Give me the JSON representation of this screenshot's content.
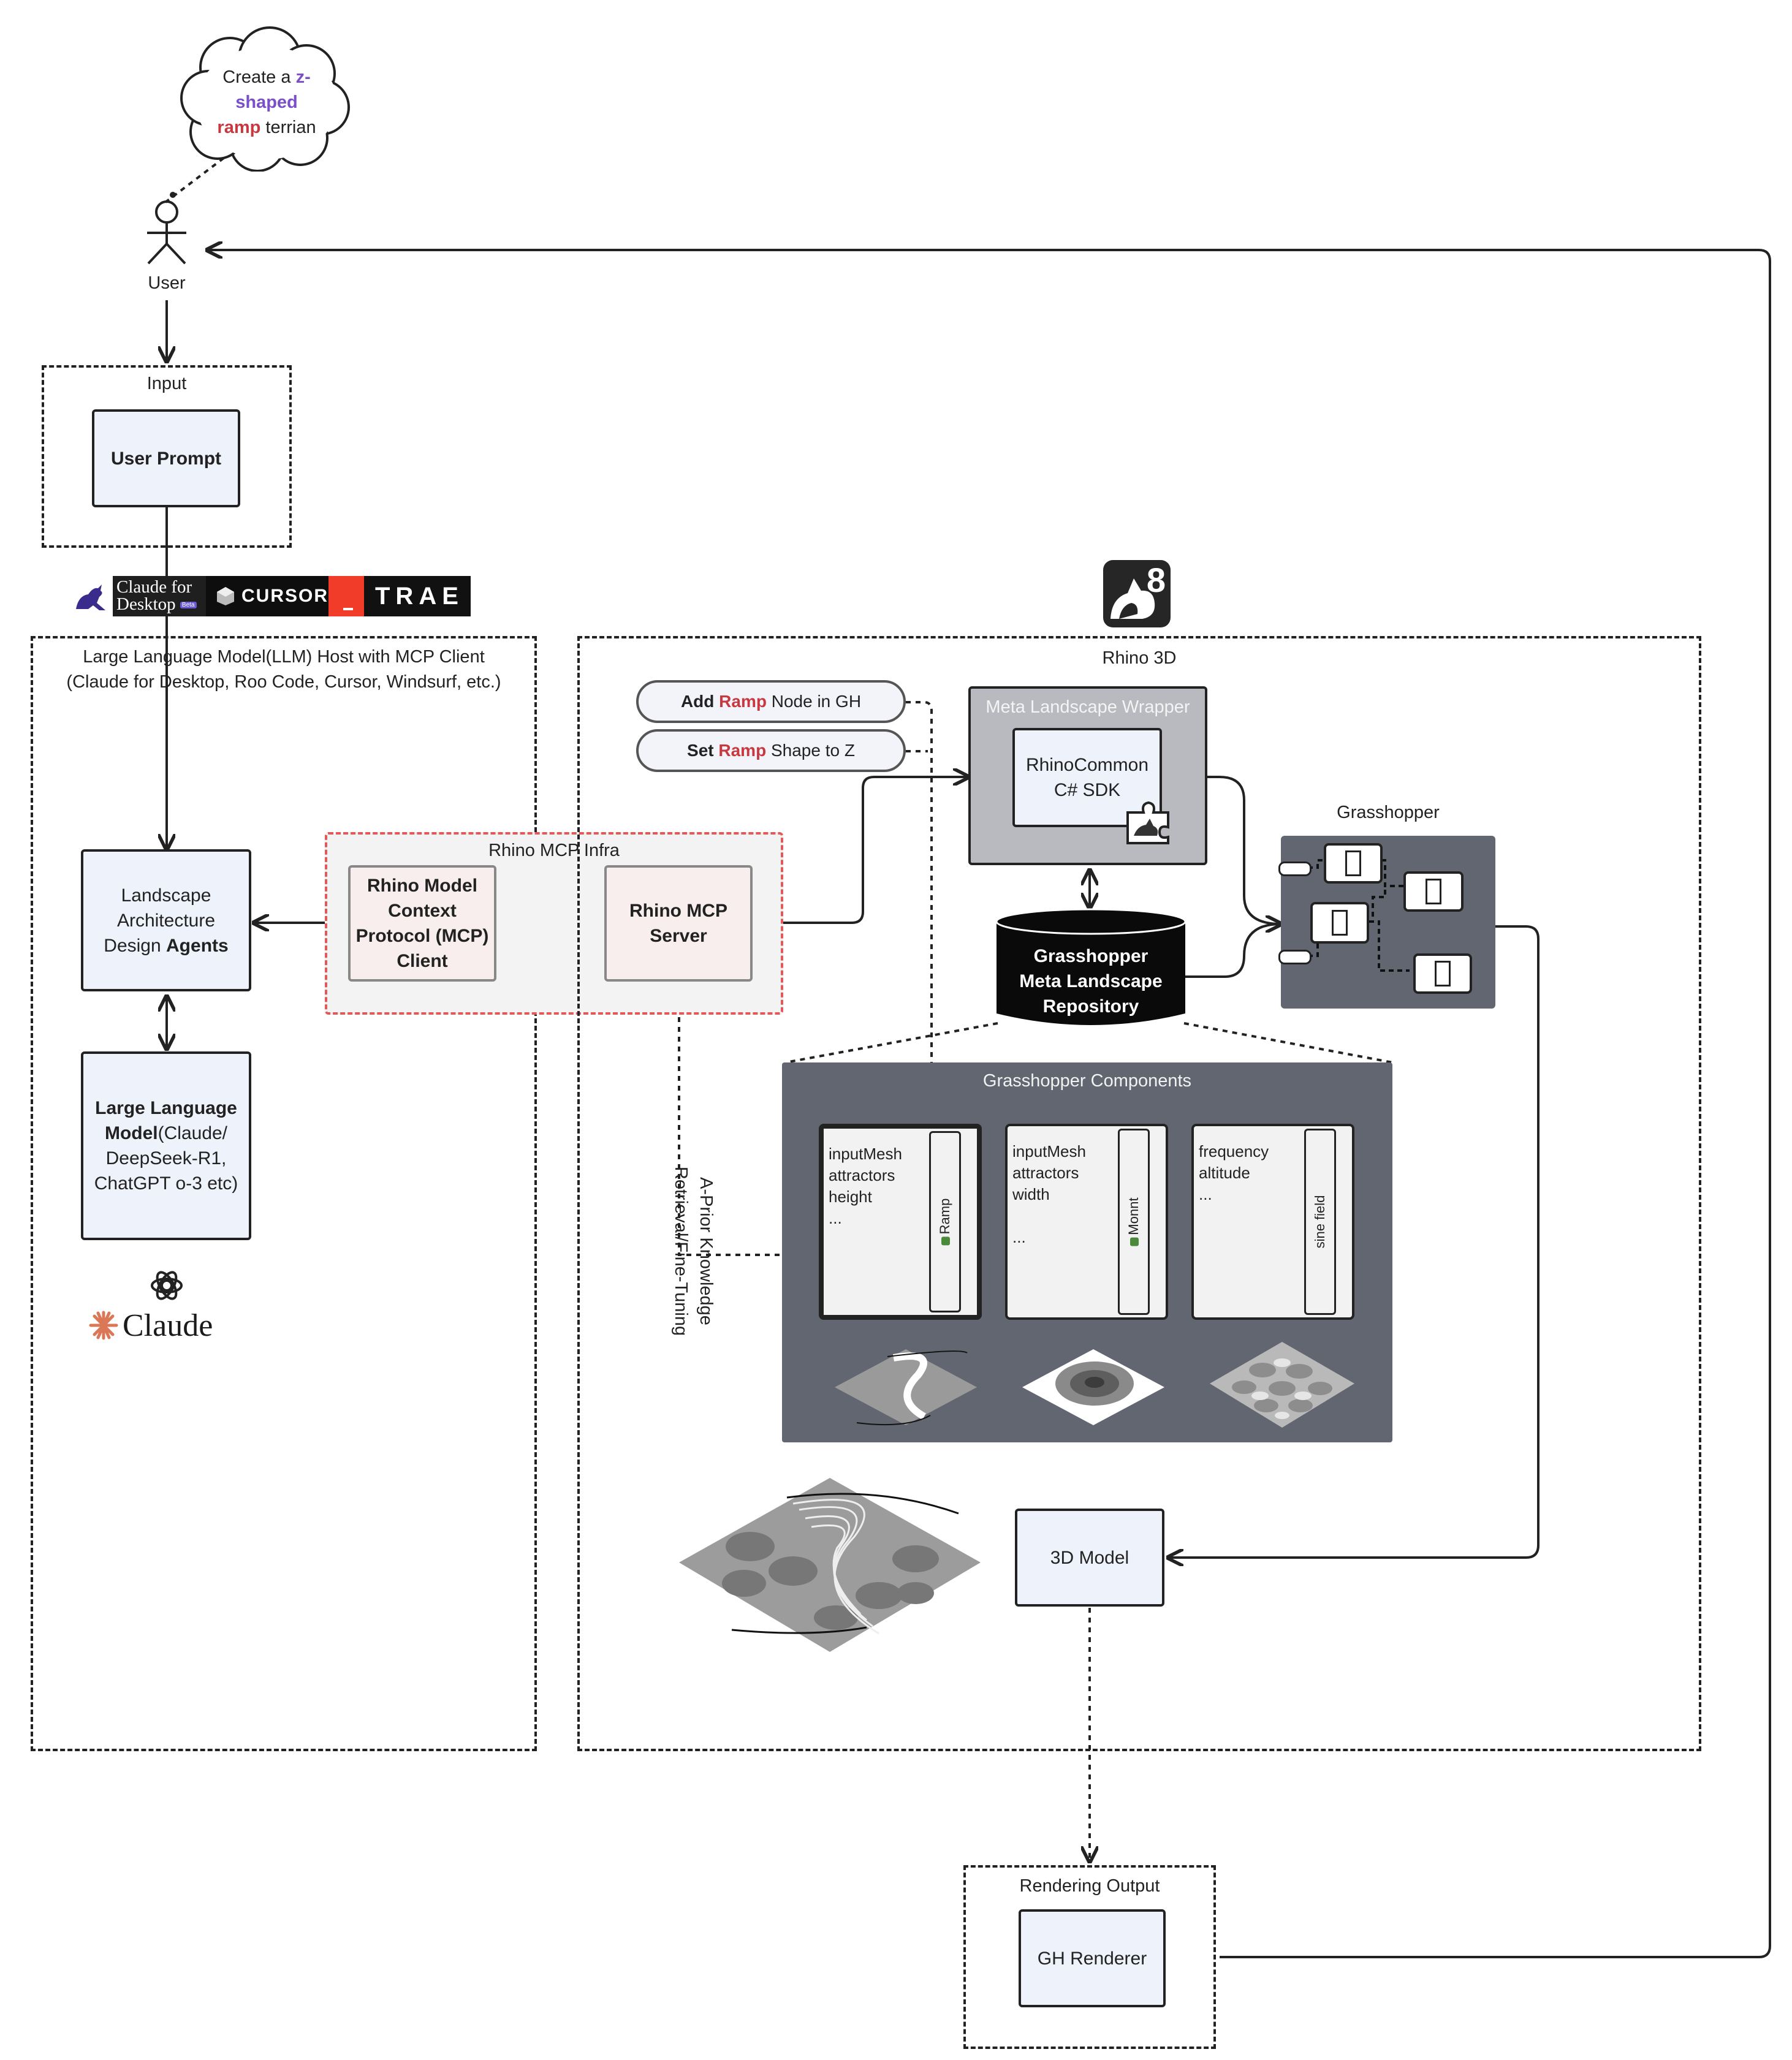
{
  "thought_bubble": {
    "line1_pre": "Create a ",
    "line1_accent": "z-",
    "line2_accent": "shaped",
    "line3_accent": "ramp",
    "line3_post": " terrian"
  },
  "user": {
    "label": "User"
  },
  "input": {
    "title": "Input",
    "prompt_label": "User Prompt"
  },
  "host_logos": {
    "claude_desktop_line1": "Claude for",
    "claude_desktop_line2": "Desktop",
    "claude_desktop_badge": "Beta",
    "cursor": "CURSOR",
    "trae": "TRAE"
  },
  "llm_host": {
    "title": "Large Language Model(LLM) Host with MCP Client (Claude for Desktop, Roo Code, Cursor, Windsurf, etc.)",
    "agents_line1": "Landscape",
    "agents_line2": "Architecture",
    "agents_line3_pre": "Design ",
    "agents_line3_bold": "Agents",
    "llm_bold1": "Large Language",
    "llm_bold2": "Model",
    "llm_rest2": "(Claude/",
    "llm_line3": "DeepSeek-R1,",
    "llm_line4": "ChatGPT o-3 etc)",
    "claude_logo_text": "Claude"
  },
  "mcp_infra": {
    "title": "Rhino MCP Infra",
    "client_label": "Rhino Model Context Protocol (MCP) Client",
    "server_label": "Rhino MCP Server"
  },
  "knowledge_label_line1": "A-Prior Knowledge",
  "knowledge_label_line2": "Retrieval/Fine-Tuning",
  "rhino": {
    "title": "Rhino 3D",
    "logo_number": "8",
    "pill1_pre": "Add ",
    "pill1_accent": "Ramp",
    "pill1_post": " Node in GH",
    "pill2_pre": "Set ",
    "pill2_accent": "Ramp",
    "pill2_post": " Shape to Z",
    "wrapper_title": "Meta Landscape Wrapper",
    "sdk_line1": "RhinoCommon",
    "sdk_line2": "C# SDK",
    "repo_line1": "Grasshopper",
    "repo_line2": "Meta Landscape",
    "repo_line3": "Repository",
    "grasshopper_title": "Grasshopper",
    "components_title": "Grasshopper Components",
    "components": [
      {
        "params": "inputMesh\nattractors\nheight\n...",
        "name": "Ramp",
        "icon": "grasshopper-icon"
      },
      {
        "params": "inputMesh\nattractors\nwidth\n\n...",
        "name": "Monnt",
        "icon": "grasshopper-icon"
      },
      {
        "params": "frequency\naltitude\n...",
        "name": "sine field",
        "icon": ""
      }
    ],
    "model_label": "3D Model"
  },
  "rendering": {
    "title": "Rendering Output",
    "renderer_label": "GH Renderer"
  },
  "colors": {
    "ink": "#222222",
    "box_fill": "#eef2fb",
    "mcp_box_fill": "#f8eeee",
    "mcp_region_border": "#e05a5a",
    "accent_red": "#c8383f",
    "accent_purple": "#7b4fc9",
    "component_panel": "#626670",
    "wrapper_fill": "#b8babf",
    "claude_orange": "#d97757"
  }
}
